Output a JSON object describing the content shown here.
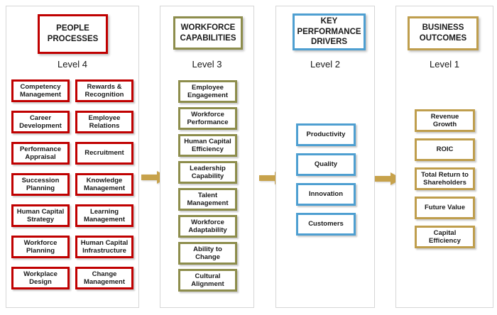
{
  "palette": {
    "red": "#C00000",
    "olive": "#8D8D4C",
    "blue": "#4E9FD1",
    "gold": "#BF9E4D",
    "panel_border": "#D6D6D6",
    "arrow": "#C7A24B",
    "text": "#1A1A1A"
  },
  "columns": [
    {
      "title": "PEOPLE PROCESSES",
      "level_label": "Level 4",
      "border_color": "#C00000",
      "items": [
        "Competency Management",
        "Rewards & Recognition",
        "Career Development",
        "Employee Relations",
        "Performance Appraisal",
        "Recruitment",
        "Succession Planning",
        "Knowledge Management",
        "Human Capital Strategy",
        "Learning Management",
        "Workforce Planning",
        "Human Capital Infrastructure",
        "Workplace Design",
        "Change Management"
      ]
    },
    {
      "title": "WORKFORCE CAPABILITIES",
      "level_label": "Level 3",
      "border_color": "#8D8D4C",
      "items": [
        "Employee Engagement",
        "Workforce Performance",
        "Human Capital Efficiency",
        "Leadership Capability",
        "Talent Management",
        "Workforce Adaptability",
        "Ability to Change",
        "Cultural Alignment"
      ]
    },
    {
      "title": "KEY PERFORMANCE DRIVERS",
      "level_label": "Level 2",
      "border_color": "#4E9FD1",
      "items": [
        "Productivity",
        "Quality",
        "Innovation",
        "Customers"
      ]
    },
    {
      "title": "BUSINESS OUTCOMES",
      "level_label": "Level 1",
      "border_color": "#BF9E4D",
      "items": [
        "Revenue Growth",
        "ROIC",
        "Total Return to Shareholders",
        "Future Value",
        "Capital Efficiency"
      ]
    }
  ]
}
